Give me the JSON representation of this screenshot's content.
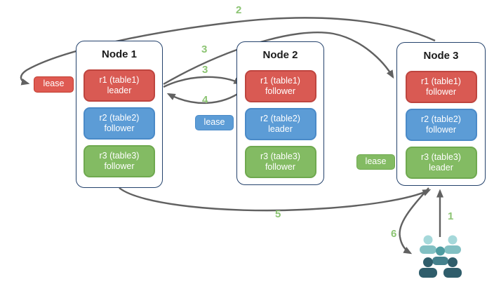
{
  "diagram": {
    "nodes": [
      {
        "title": "Node 1",
        "replicas": [
          {
            "name": "r1 (table1)",
            "role": "leader",
            "color": "red"
          },
          {
            "name": "r2 (table2)",
            "role": "follower",
            "color": "blue"
          },
          {
            "name": "r3 (table3)",
            "role": "follower",
            "color": "green"
          }
        ]
      },
      {
        "title": "Node 2",
        "replicas": [
          {
            "name": "r1 (table1)",
            "role": "follower",
            "color": "red"
          },
          {
            "name": "r2 (table2)",
            "role": "leader",
            "color": "blue"
          },
          {
            "name": "r3 (table3)",
            "role": "follower",
            "color": "green"
          }
        ]
      },
      {
        "title": "Node 3",
        "replicas": [
          {
            "name": "r1 (table1)",
            "role": "follower",
            "color": "red"
          },
          {
            "name": "r2 (table2)",
            "role": "follower",
            "color": "blue"
          },
          {
            "name": "r3 (table3)",
            "role": "leader",
            "color": "green"
          }
        ]
      }
    ],
    "leases": [
      {
        "label": "lease",
        "color": "red"
      },
      {
        "label": "lease",
        "color": "blue"
      },
      {
        "label": "lease",
        "color": "green"
      }
    ],
    "steps": [
      {
        "label": "2"
      },
      {
        "label": "3"
      },
      {
        "label": "3"
      },
      {
        "label": "4"
      },
      {
        "label": "5"
      },
      {
        "label": "1"
      },
      {
        "label": "6"
      }
    ],
    "icons": {
      "users": "users-group-icon"
    },
    "colors": {
      "replica_red": "#D95A53",
      "replica_blue": "#5C9CD6",
      "replica_green": "#83BB63",
      "node_border": "#24426C",
      "arrow": "#616161",
      "step_label": "#8CC473",
      "users_light": "#9FD3D6",
      "users_mid": "#4E9CA1",
      "users_dark": "#2F5D6B"
    }
  }
}
